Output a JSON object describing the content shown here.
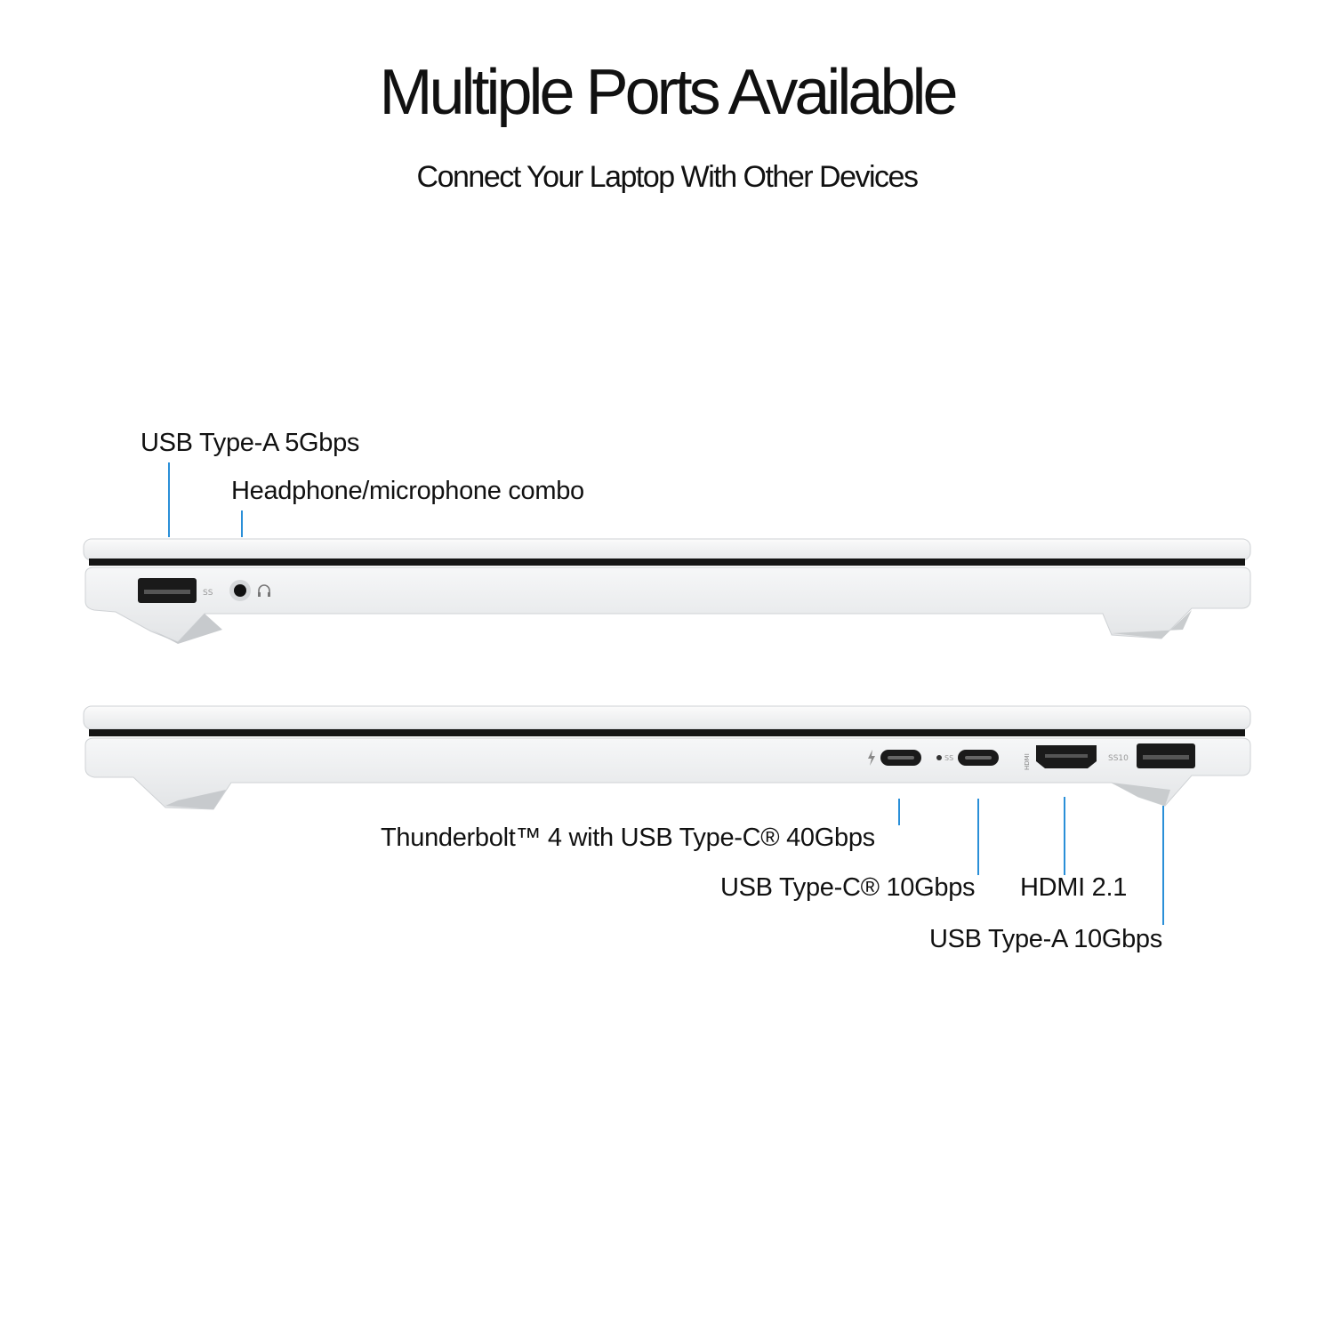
{
  "title": "Multiple Ports Available",
  "subtitle": "Connect Your Laptop With Other Devices",
  "colors": {
    "leader_line": "#2a8fd8",
    "chassis": "#eceeef",
    "port": "#1a1a1a"
  },
  "left_side": {
    "ports": [
      {
        "label": "USB Type-A 5Gbps",
        "icon": "usb-a-port"
      },
      {
        "label": "Headphone/microphone combo",
        "icon": "audio-jack"
      }
    ]
  },
  "right_side": {
    "ports": [
      {
        "label": "Thunderbolt™ 4 with USB Type-C® 40Gbps",
        "icon": "usb-c-port"
      },
      {
        "label": "USB Type-C® 10Gbps",
        "icon": "usb-c-port"
      },
      {
        "label": "HDMI 2.1",
        "icon": "hdmi-port"
      },
      {
        "label": "USB Type-A 10Gbps",
        "icon": "usb-a-port"
      }
    ]
  }
}
